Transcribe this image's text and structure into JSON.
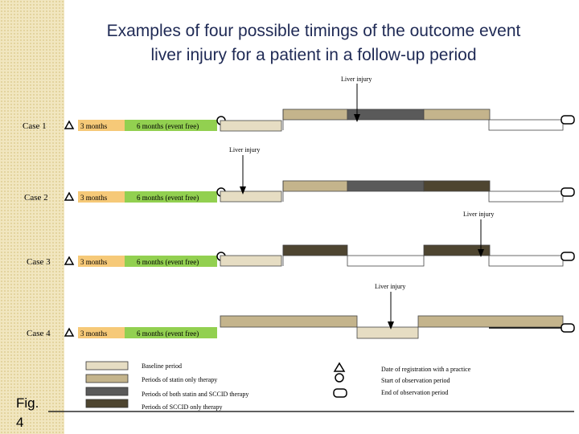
{
  "title": {
    "line1": "Examples of four possible timings of the outcome event",
    "line2": "liver injury for a patient in a follow-up period"
  },
  "fig_label": {
    "line1": "Fig.",
    "line2": "4"
  },
  "cases": [
    {
      "label": "Case 1",
      "baseline": "3 months",
      "event_free": "6 months (event free)",
      "event": "Liver injury"
    },
    {
      "label": "Case 2",
      "baseline": "3 months",
      "event_free": "6 months (event free)",
      "event": "Liver injury"
    },
    {
      "label": "Case 3",
      "baseline": "3 months",
      "event_free": "6 months (event free)",
      "event": "Liver injury"
    },
    {
      "label": "Case 4",
      "baseline": "3 months",
      "event_free": "6 months (event free)",
      "event": "Liver injury"
    }
  ],
  "legend": {
    "periods": [
      {
        "label": "Baseline period",
        "color": "#e6ddc3"
      },
      {
        "label": "Periods of statin only therapy",
        "color": "#c4b48c"
      },
      {
        "label": "Periods of both statin and SCCID therapy",
        "color": "#5a5a5a"
      },
      {
        "label": "Periods of SCCID only therapy",
        "color": "#4e4530"
      }
    ],
    "markers": [
      {
        "label": "Date of registration with a practice",
        "icon": "triangle-icon"
      },
      {
        "label": "Start of observation period",
        "icon": "circle-icon"
      },
      {
        "label": "End of observation period",
        "icon": "rounded-rect-icon"
      }
    ]
  },
  "colors": {
    "baseline_orange": "#f6c978",
    "event_free_green": "#92d050",
    "baseline_period": "#e6ddc3",
    "statin": "#c4b48c",
    "both": "#5a5a5a",
    "sccid": "#4e4530",
    "title": "#1f2a55"
  }
}
